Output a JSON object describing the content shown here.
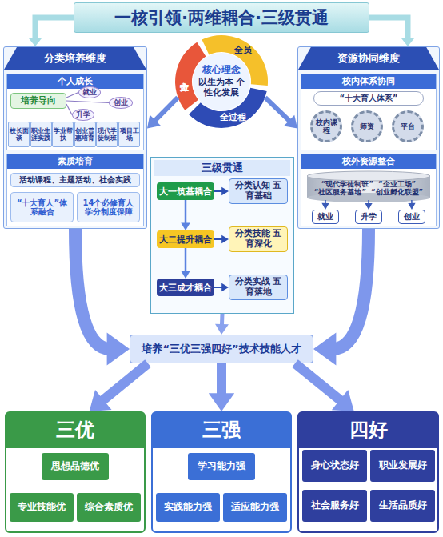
{
  "diagram": {
    "title": "一核引领·两维耦合·三级贯通",
    "nodes": [
      {
        "text": [
          "分类培养维度"
        ]
      },
      {
        "text": [
          "个人成长"
        ],
        "in": 0
      },
      {
        "text": [
          "培养导向"
        ],
        "in": 1
      },
      {
        "text": [
          "就业"
        ],
        "in": 1
      },
      {
        "text": [
          "升学"
        ],
        "in": 1
      },
      {
        "text": [
          "创业"
        ],
        "in": 1
      },
      {
        "text": [
          "校长面谈"
        ],
        "in": 1
      },
      {
        "text": [
          "职业生涯实践"
        ],
        "in": 1
      },
      {
        "text": [
          "学业帮扶"
        ],
        "in": 1
      },
      {
        "text": [
          "创业普惠培育"
        ],
        "in": 1
      },
      {
        "text": [
          "现代学徒制班"
        ],
        "in": 1
      },
      {
        "text": [
          "项目工场"
        ],
        "in": 1
      },
      {
        "text": [
          "素质培育"
        ],
        "in": 0
      },
      {
        "text": [
          "活动课程、主题活动、社会实践"
        ],
        "in": 12
      },
      {
        "text": [
          "“十大育人”体系融合"
        ],
        "in": 12
      },
      {
        "text": [
          "14个必修育人学分制度保障"
        ],
        "in": 12
      },
      {
        "text": [
          "核心理念",
          "以生为本 个性化发展"
        ]
      },
      {
        "text": [
          "全员"
        ],
        "in": 16
      },
      {
        "text": [
          "全方位"
        ],
        "in": 16
      },
      {
        "text": [
          "全过程"
        ],
        "in": 16
      },
      {
        "text": [
          "资源协同维度"
        ]
      },
      {
        "text": [
          "校内体系协同"
        ],
        "in": 20
      },
      {
        "text": [
          "“十大育人体系”"
        ],
        "in": 21
      },
      {
        "text": [
          "校内课程"
        ],
        "in": 21
      },
      {
        "text": [
          "师资"
        ],
        "in": 21
      },
      {
        "text": [
          "平台"
        ],
        "in": 21
      },
      {
        "text": [
          "校外资源整合"
        ],
        "in": 20
      },
      {
        "text": [
          "“现代学徒制班”",
          "“企业工场”",
          "“社区服务基地”",
          "“创业孵化联盟”"
        ],
        "in": 26
      },
      {
        "text": [
          "就业"
        ],
        "in": 26
      },
      {
        "text": [
          "升学"
        ],
        "in": 26
      },
      {
        "text": [
          "创业"
        ],
        "in": 26
      },
      {
        "text": [
          "三级贯通"
        ]
      },
      {
        "text": [
          "大一筑基耦合"
        ],
        "in": 31
      },
      {
        "text": [
          "分类认知 五育基础"
        ],
        "in": 31
      },
      {
        "text": [
          "大二提升耦合"
        ],
        "in": 31
      },
      {
        "text": [
          "分类技能 五育深化"
        ],
        "in": 31
      },
      {
        "text": [
          "大三成才耦合"
        ],
        "in": 31
      },
      {
        "text": [
          "分类实战 五育落地"
        ],
        "in": 31
      },
      {
        "text": [
          "培养“三优三强四好”技术技能人才"
        ]
      },
      {
        "text": [
          "三优"
        ]
      },
      {
        "text": [
          "思想品德优"
        ],
        "in": 39
      },
      {
        "text": [
          "专业技能优"
        ],
        "in": 39
      },
      {
        "text": [
          "综合素质优"
        ],
        "in": 39
      },
      {
        "text": [
          "三强"
        ]
      },
      {
        "text": [
          "学习能力强"
        ],
        "in": 43
      },
      {
        "text": [
          "实践能力强"
        ],
        "in": 43
      },
      {
        "text": [
          "适应能力强"
        ],
        "in": 43
      },
      {
        "text": [
          "四好"
        ]
      },
      {
        "text": [
          "身心状态好"
        ],
        "in": 47
      },
      {
        "text": [
          "职业发展好"
        ],
        "in": 47
      },
      {
        "text": [
          "社会服务好"
        ],
        "in": 47
      },
      {
        "text": [
          "生活品质好"
        ],
        "in": 47
      }
    ],
    "edges": [
      {
        "from": 16,
        "to": 0,
        "arrow": "to"
      },
      {
        "from": 16,
        "to": 20,
        "arrow": "to"
      },
      {
        "from": 2,
        "to": 3,
        "arrow": "none"
      },
      {
        "from": 2,
        "to": 4,
        "arrow": "none"
      },
      {
        "from": 2,
        "to": 5,
        "arrow": "none"
      },
      {
        "from": 32,
        "to": 33,
        "arrow": "to"
      },
      {
        "from": 32,
        "to": 34,
        "arrow": "to"
      },
      {
        "from": 34,
        "to": 35,
        "arrow": "to"
      },
      {
        "from": 34,
        "to": 36,
        "arrow": "to"
      },
      {
        "from": 36,
        "to": 37,
        "arrow": "to"
      },
      {
        "from": 27,
        "to": 28,
        "arrow": "to"
      },
      {
        "from": 27,
        "to": 29,
        "arrow": "to"
      },
      {
        "from": 27,
        "to": 30,
        "arrow": "to"
      },
      {
        "from": 31,
        "to": 38,
        "arrow": "to"
      },
      {
        "from": 0,
        "to": 38,
        "arrow": "to"
      },
      {
        "from": 20,
        "to": 38,
        "arrow": "to"
      },
      {
        "from": 38,
        "to": 39,
        "arrow": "to"
      },
      {
        "from": 38,
        "to": 43,
        "arrow": "to"
      },
      {
        "from": 38,
        "to": 47,
        "arrow": "to"
      }
    ]
  }
}
